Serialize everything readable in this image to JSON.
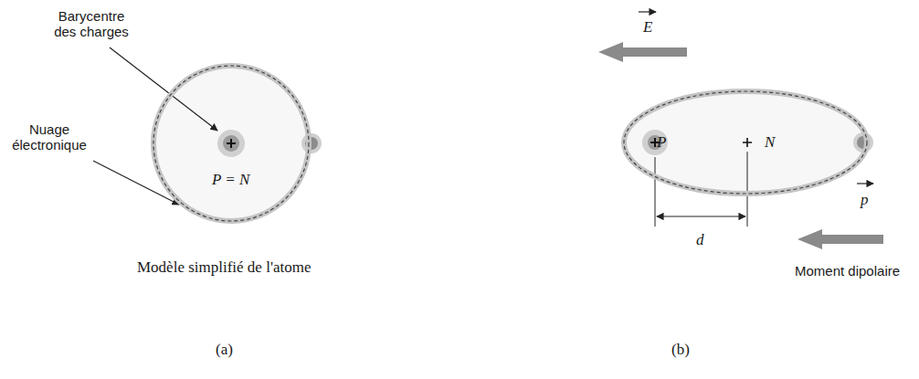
{
  "diagram": {
    "nodes": [
      {
        "text": [
          "P = N"
        ]
      },
      {
        "text": [
          "P",
          "N"
        ]
      }
    ],
    "labels": [
      "Barycentre des charges",
      "Nuage électronique",
      "Modèle simplifié de l'atome",
      "(a)",
      "E",
      "d",
      "p",
      "Moment dipolaire",
      "(b)"
    ]
  }
}
